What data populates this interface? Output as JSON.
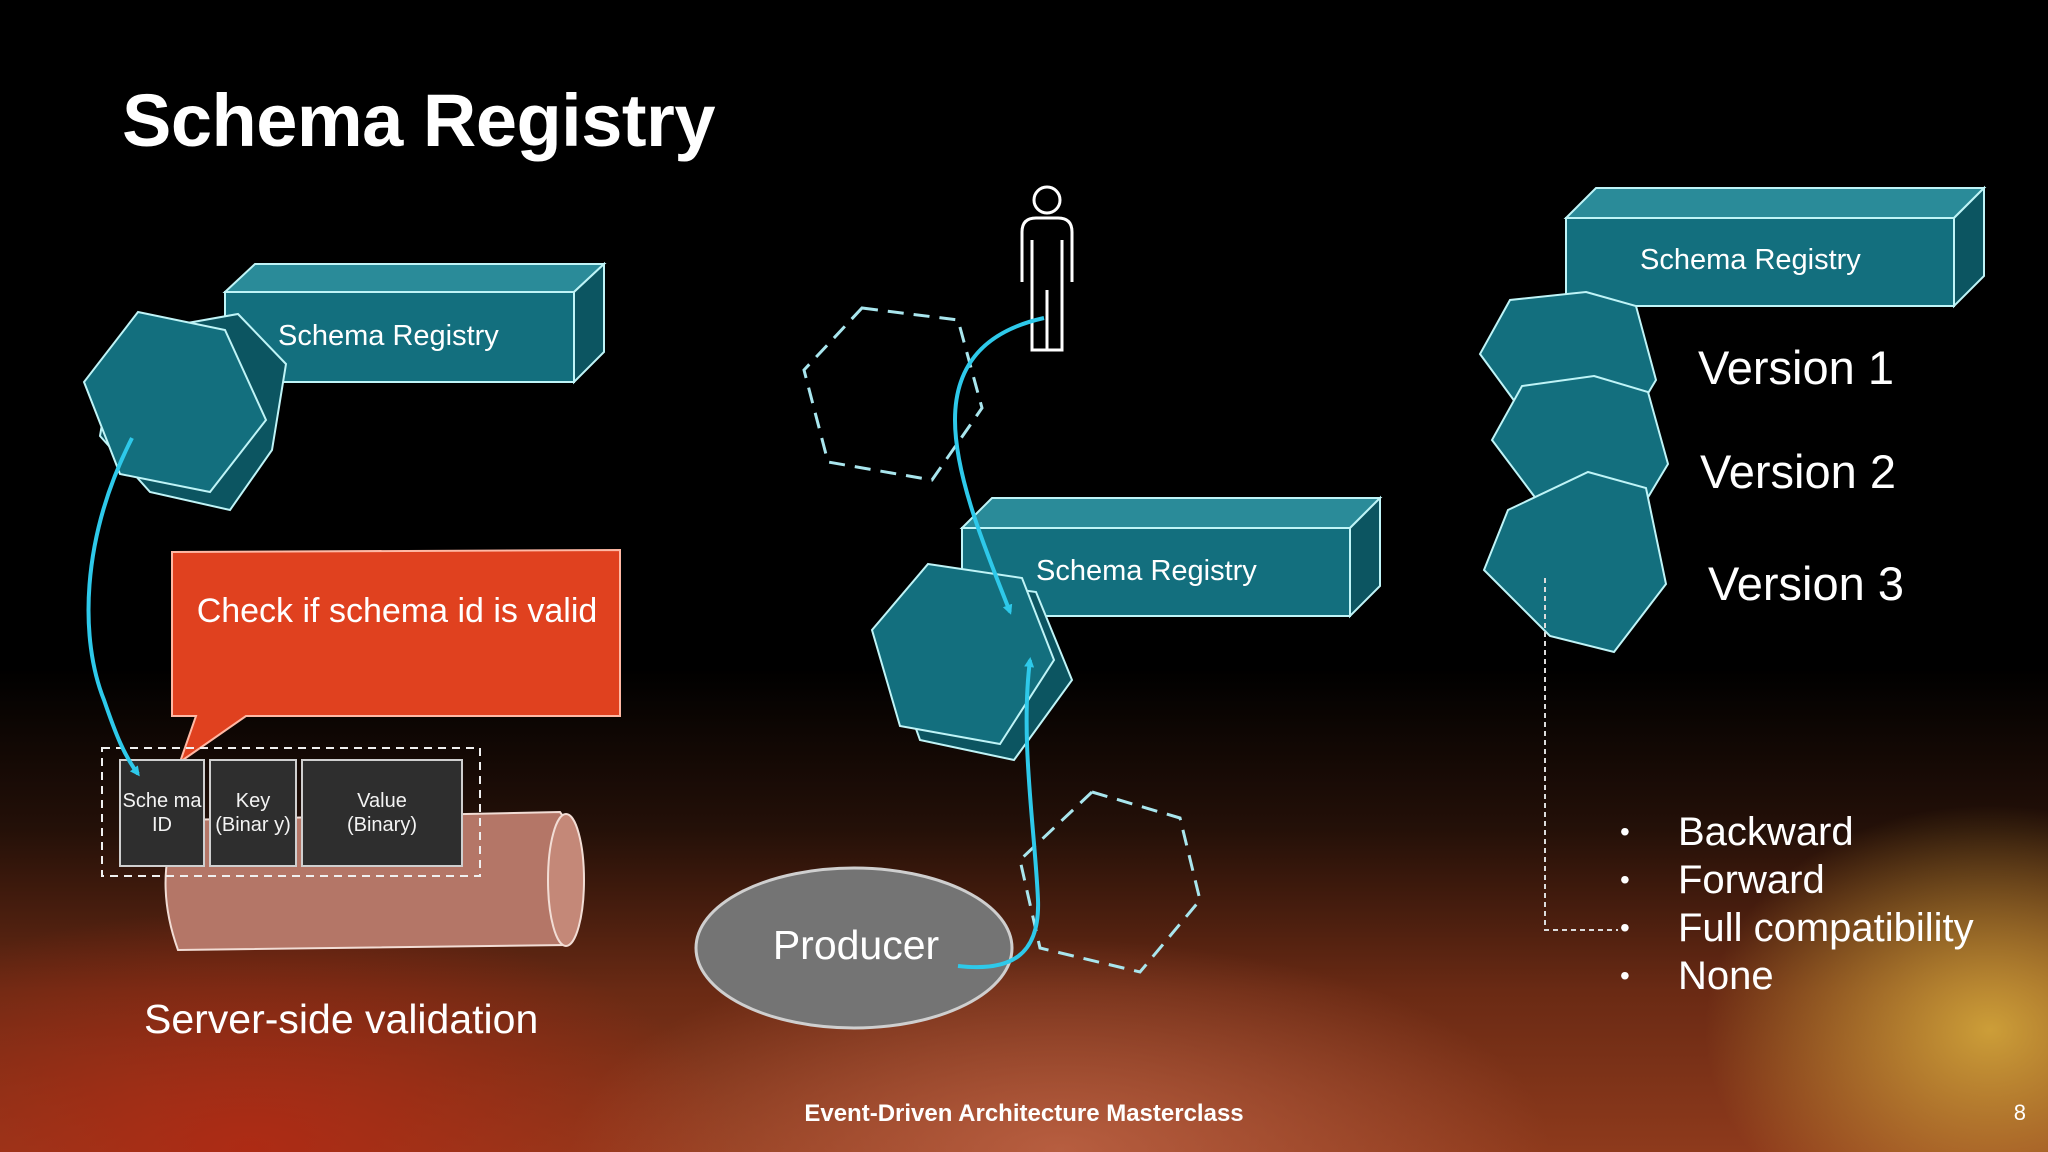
{
  "title": "Schema Registry",
  "colors": {
    "teal": "#136f7e",
    "teal_light": "#2a8b99",
    "teal_dark": "#0c5561",
    "outline": "#bff4f7",
    "arrow": "#2ec9ea",
    "callout": "#e0411f",
    "producer": "#747474",
    "field_bg": "#2e2e2e"
  },
  "left_diagram": {
    "registry_label": "Schema Registry",
    "callout_text": "Check if schema id is valid",
    "record_fields": [
      "Sche ma ID",
      "Key (Binar y)",
      "Value (Binary)"
    ],
    "caption": "Server-side validation"
  },
  "middle_diagram": {
    "registry_label": "Schema Registry",
    "producer_label": "Producer",
    "icons": [
      "person-icon"
    ]
  },
  "right_diagram": {
    "registry_label": "Schema Registry",
    "versions": [
      "Version 1",
      "Version 2",
      "Version 3"
    ],
    "compatibility_modes": [
      "Backward",
      "Forward",
      "Full compatibility",
      "None"
    ]
  },
  "footer": "Event-Driven Architecture Masterclass",
  "page_number": "8"
}
